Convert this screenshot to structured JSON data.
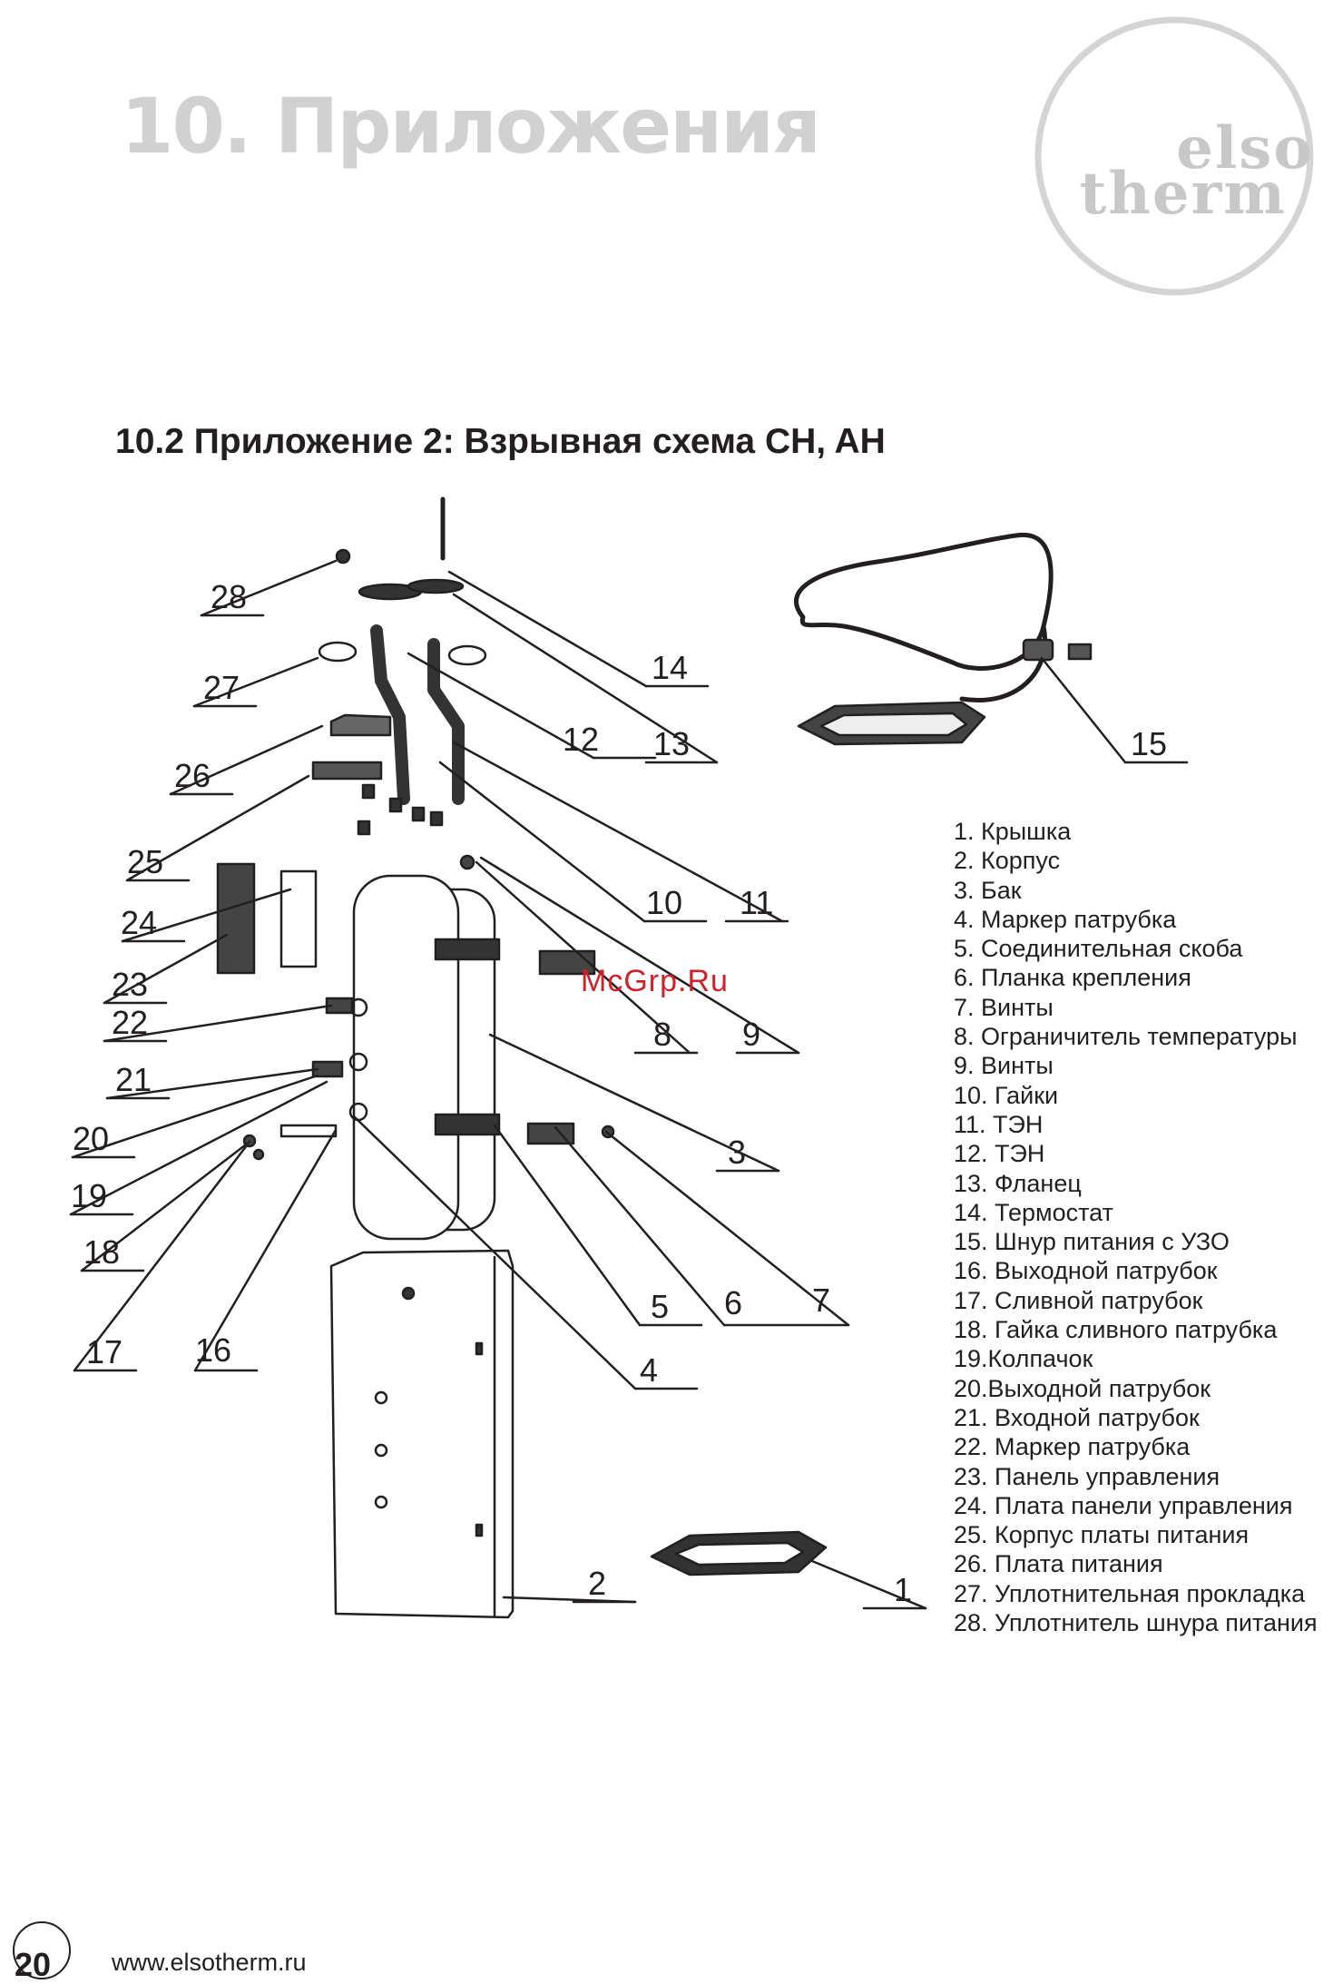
{
  "header": {
    "title": "10. Приложения",
    "logo_line1": "elso",
    "logo_line2": "therm"
  },
  "section": {
    "title": "10.2 Приложение 2: Взрывная схема CH, AH"
  },
  "diagram": {
    "callouts": [
      "28",
      "27",
      "26",
      "25",
      "24",
      "23",
      "22",
      "21",
      "20",
      "19",
      "18",
      "17",
      "16",
      "14",
      "12",
      "13",
      "15",
      "10",
      "11",
      "8",
      "9",
      "3",
      "5",
      "6",
      "7",
      "4",
      "2",
      "1"
    ]
  },
  "legend": {
    "items": [
      "1. Крышка",
      "2. Корпус",
      "3. Бак",
      "4. Маркер патрубка",
      "5. Соединительная скоба",
      "6. Планка крепления",
      "7. Винты",
      "8. Ограничитель температуры",
      "9. Винты",
      "10. Гайки",
      "11. ТЭН",
      "12. ТЭН",
      "13. Фланец",
      "14. Термостат",
      "15. Шнур питания с УЗО",
      "16. Выходной патрубок",
      "17. Сливной патрубок",
      "18. Гайка сливного патрубка",
      "19.Колпачок",
      "20.Выходной патрубок",
      "21. Входной патрубок",
      "22. Маркер патрубка",
      "23. Панель управления",
      "24. Плата панели управления",
      "25. Корпус платы питания",
      "26. Плата питания",
      "27. Уплотнительная прокладка",
      "28. Уплотнитель шнура питания"
    ]
  },
  "watermark": "McGrp.Ru",
  "footer": {
    "page_number": "20",
    "url": "www.elsotherm.ru"
  }
}
